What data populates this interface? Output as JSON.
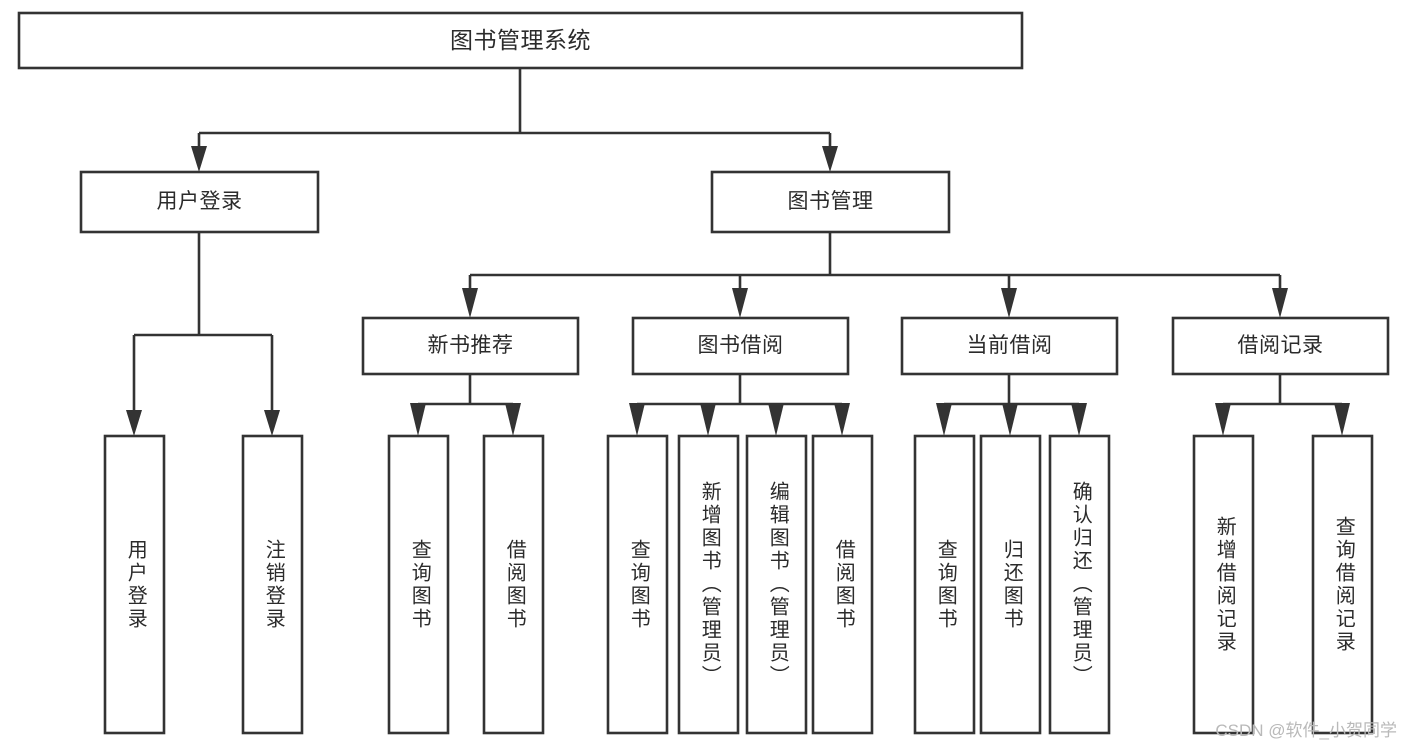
{
  "diagram": {
    "type": "tree",
    "title": "图书管理系统",
    "orientation": "top-down",
    "colors": {
      "box_stroke": "#333333",
      "box_fill": "#ffffff",
      "text": "#2b2b2b",
      "background": "#ffffff",
      "watermark": "#b9b9b9"
    },
    "levels": [
      {
        "level": 1,
        "nodes": [
          {
            "id": "root",
            "label": "图书管理系统",
            "orientation": "horizontal"
          }
        ]
      },
      {
        "level": 2,
        "nodes": [
          {
            "id": "user_login",
            "label": "用户登录",
            "parent": "root",
            "orientation": "horizontal"
          },
          {
            "id": "book_mgmt",
            "label": "图书管理",
            "parent": "root",
            "orientation": "horizontal"
          }
        ]
      },
      {
        "level": 3,
        "nodes": [
          {
            "id": "new_book_rec",
            "label": "新书推荐",
            "parent": "book_mgmt",
            "orientation": "horizontal"
          },
          {
            "id": "book_borrow",
            "label": "图书借阅",
            "parent": "book_mgmt",
            "orientation": "horizontal"
          },
          {
            "id": "current_borrow",
            "label": "当前借阅",
            "parent": "book_mgmt",
            "orientation": "horizontal"
          },
          {
            "id": "borrow_record",
            "label": "借阅记录",
            "parent": "book_mgmt",
            "orientation": "horizontal"
          }
        ]
      },
      {
        "level": 4,
        "nodes": [
          {
            "id": "leaf_1",
            "label": "用户登录",
            "parent": "user_login",
            "orientation": "vertical"
          },
          {
            "id": "leaf_2",
            "label": "注销登录",
            "parent": "user_login",
            "orientation": "vertical"
          },
          {
            "id": "leaf_3",
            "label": "查询图书",
            "parent": "new_book_rec",
            "orientation": "vertical"
          },
          {
            "id": "leaf_4",
            "label": "借阅图书",
            "parent": "new_book_rec",
            "orientation": "vertical"
          },
          {
            "id": "leaf_5",
            "label": "查询图书",
            "parent": "book_borrow",
            "orientation": "vertical"
          },
          {
            "id": "leaf_6",
            "label": "新增图书（管理员）",
            "parent": "book_borrow",
            "orientation": "vertical"
          },
          {
            "id": "leaf_7",
            "label": "编辑图书（管理员）",
            "parent": "book_borrow",
            "orientation": "vertical"
          },
          {
            "id": "leaf_8",
            "label": "借阅图书",
            "parent": "book_borrow",
            "orientation": "vertical"
          },
          {
            "id": "leaf_9",
            "label": "查询图书",
            "parent": "current_borrow",
            "orientation": "vertical"
          },
          {
            "id": "leaf_10",
            "label": "归还图书",
            "parent": "current_borrow",
            "orientation": "vertical"
          },
          {
            "id": "leaf_11",
            "label": "确认归还（管理员）",
            "parent": "current_borrow",
            "orientation": "vertical"
          },
          {
            "id": "leaf_12",
            "label": "新增借阅记录",
            "parent": "borrow_record",
            "orientation": "vertical"
          },
          {
            "id": "leaf_13",
            "label": "查询借阅记录",
            "parent": "borrow_record",
            "orientation": "vertical"
          }
        ]
      }
    ]
  },
  "watermark": {
    "text": "CSDN @软件_小贺同学"
  }
}
